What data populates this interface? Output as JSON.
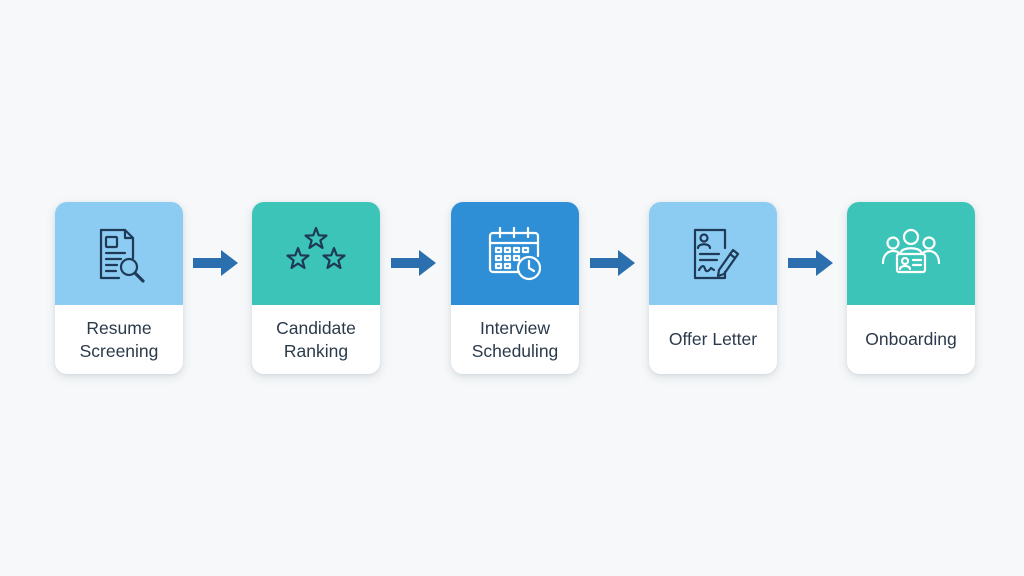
{
  "colors": {
    "light_blue": "#8ccbf2",
    "teal": "#3cc4b9",
    "blue": "#2f8fd6",
    "arrow": "#2b6fae",
    "icon_stroke": "#1e3a56"
  },
  "steps": [
    {
      "label": "Resume\nScreening",
      "icon": "resume-search-icon",
      "color": "light_blue"
    },
    {
      "label": "Candidate\nRanking",
      "icon": "stars-icon",
      "color": "teal"
    },
    {
      "label": "Interview\nScheduling",
      "icon": "calendar-clock-icon",
      "color": "blue"
    },
    {
      "label": "Offer Letter",
      "icon": "signed-document-icon",
      "color": "light_blue"
    },
    {
      "label": "Onboarding",
      "icon": "team-id-icon",
      "color": "teal"
    }
  ]
}
